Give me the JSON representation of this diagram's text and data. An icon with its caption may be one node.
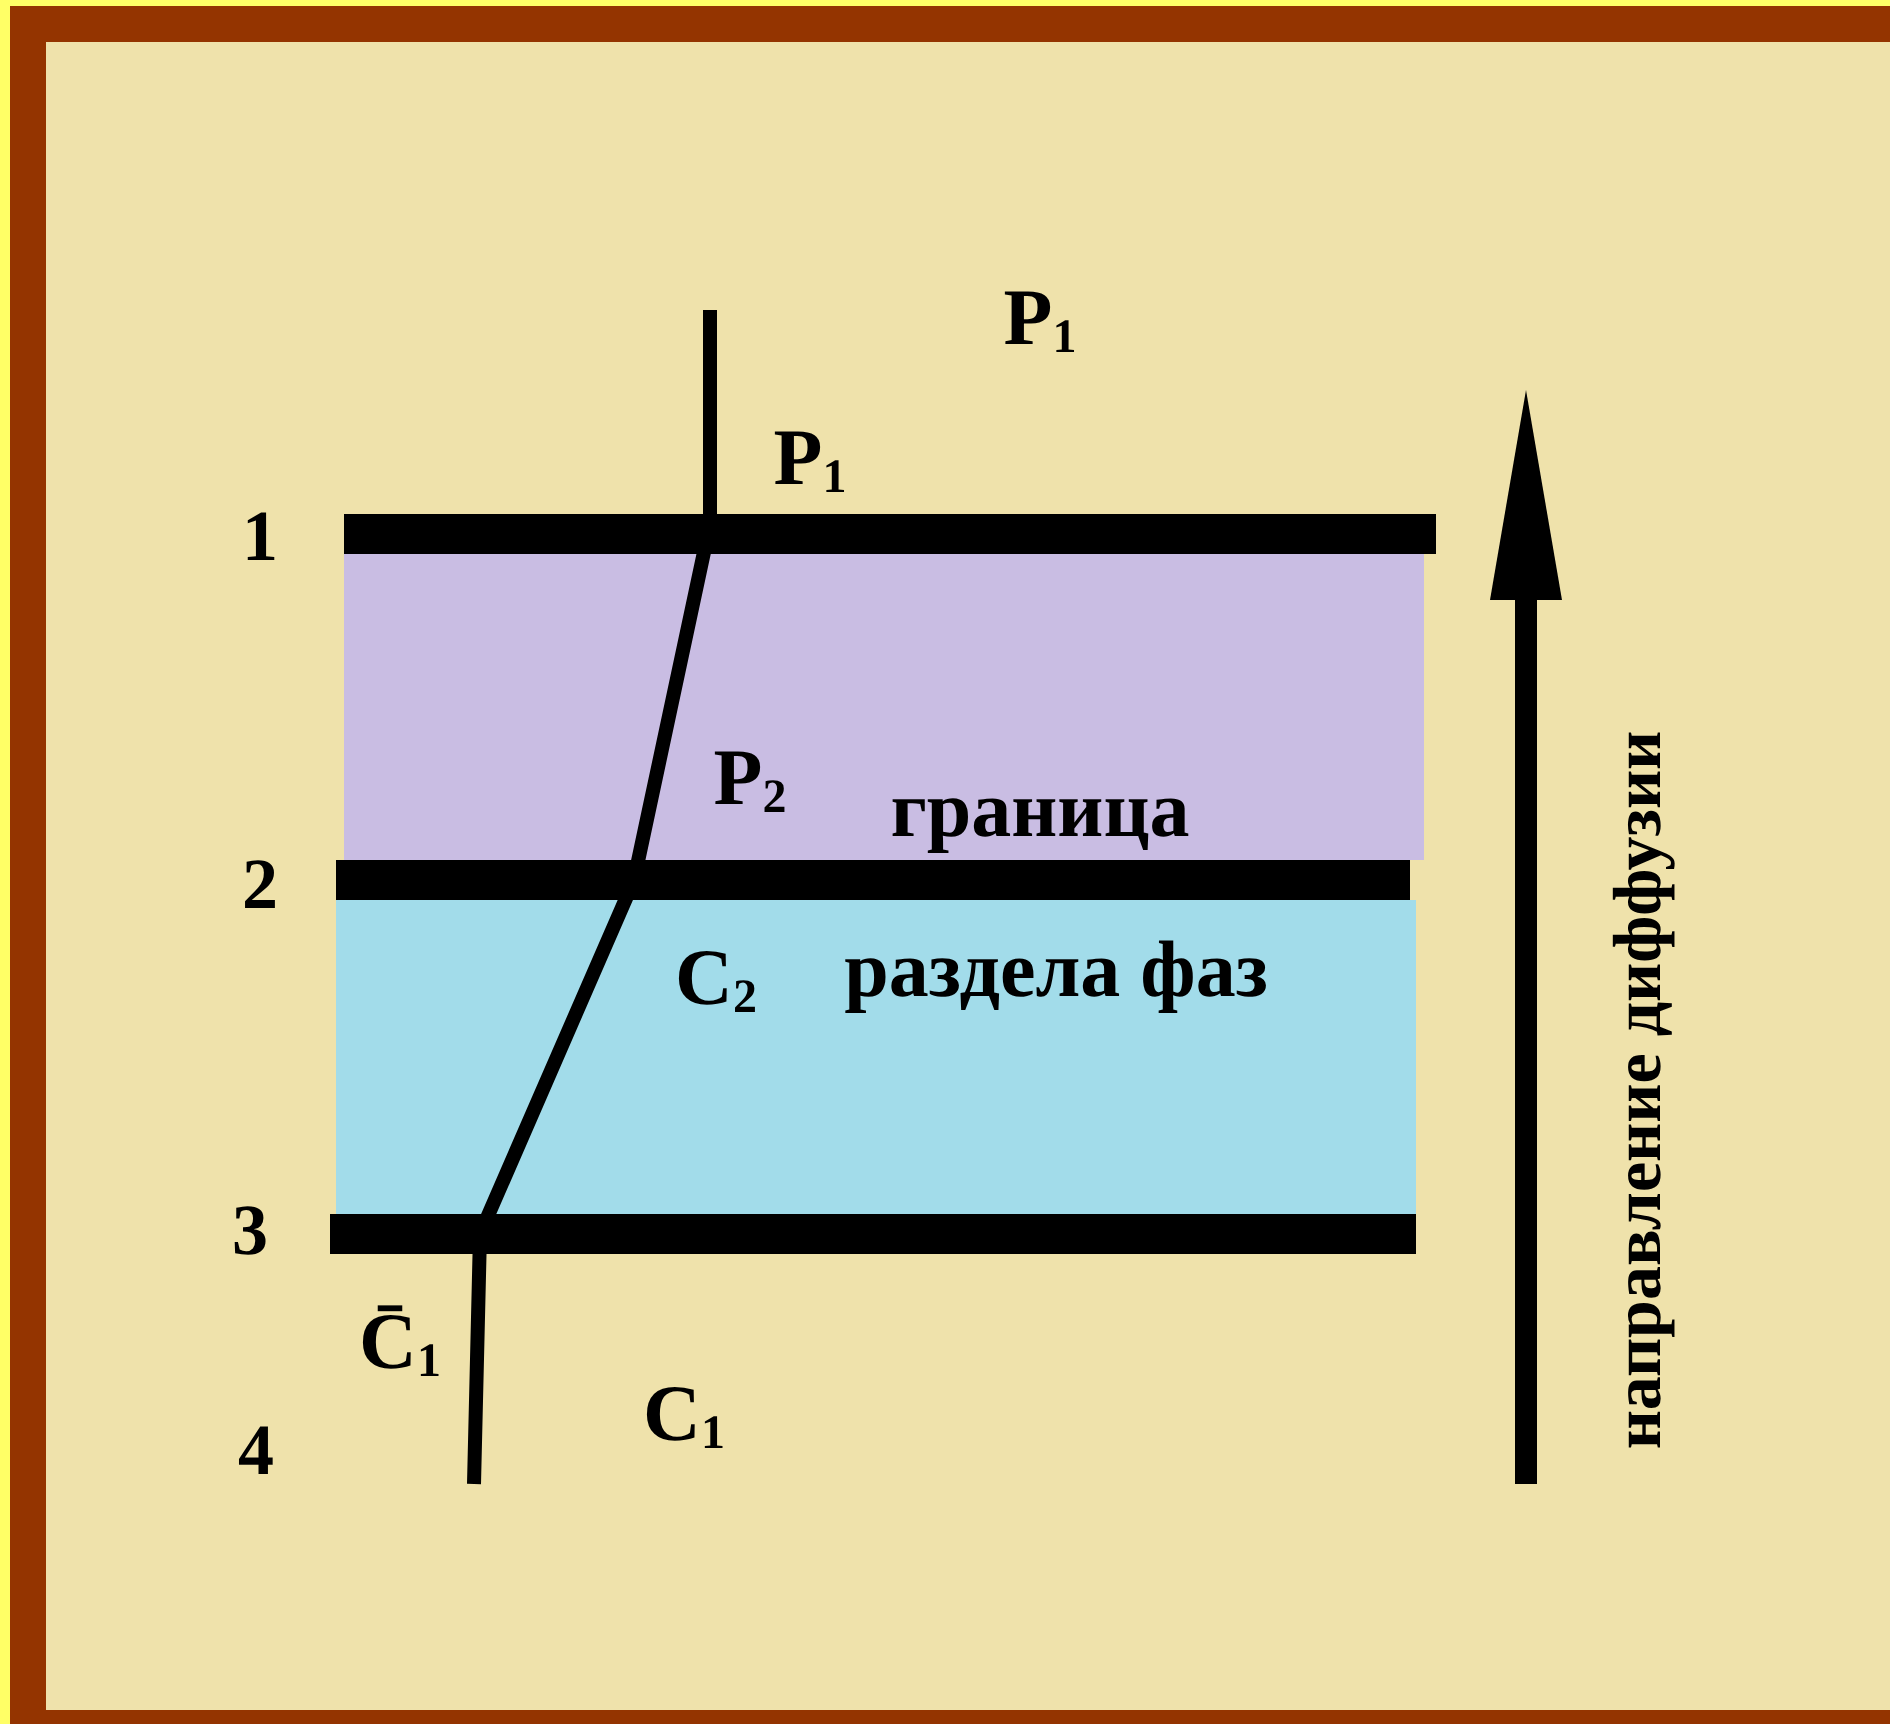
{
  "diagram": {
    "labels": [
      "P$_{1}$",
      "P$_{1}$",
      "1",
      "P$_{2}$",
      "граница",
      "2",
      "C$_{2}$",
      "раздела фаз",
      "3",
      "C̄$_{1}$",
      "C$_{1}$",
      "4",
      "направление диффузии"
    ]
  }
}
